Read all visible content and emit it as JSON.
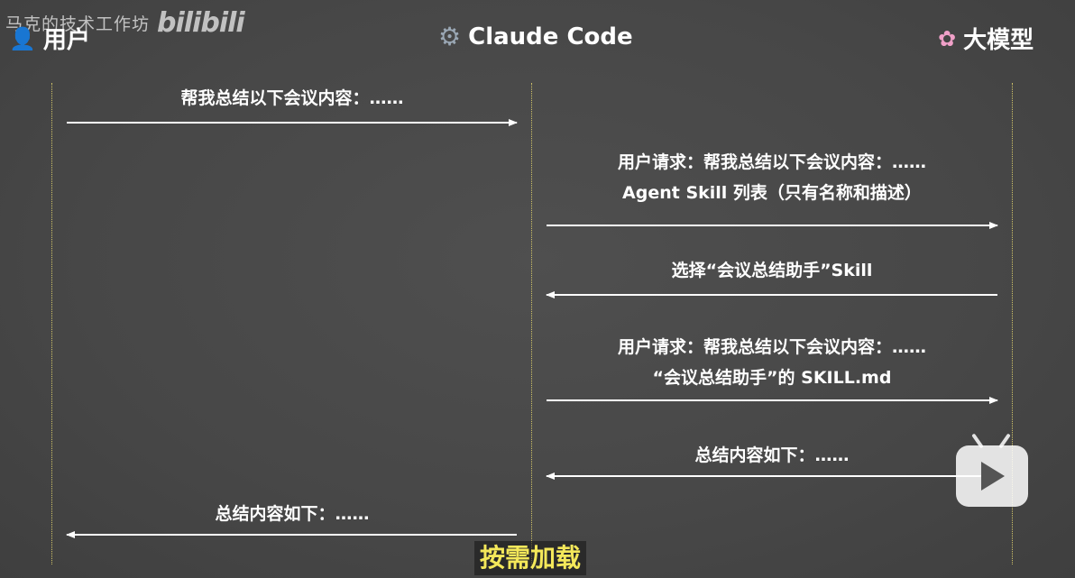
{
  "watermark": {
    "author": "马克的技术工作坊",
    "logo": "bilibili"
  },
  "actors": {
    "user": {
      "label": "用户",
      "icon": "user-icon"
    },
    "claude_code": {
      "label": "Claude Code",
      "icon": "gear-icon"
    },
    "llm": {
      "label": "大模型",
      "icon": "brain-icon"
    }
  },
  "messages": [
    {
      "lines": [
        "帮我总结以下会议内容：……"
      ],
      "from": "user",
      "to": "claude_code"
    },
    {
      "lines": [
        "用户请求：帮我总结以下会议内容：……",
        "Agent Skill 列表（只有名称和描述）"
      ],
      "from": "claude_code",
      "to": "llm"
    },
    {
      "lines": [
        "选择“会议总结助手”Skill"
      ],
      "from": "llm",
      "to": "claude_code"
    },
    {
      "lines": [
        "用户请求：帮我总结以下会议内容：……",
        "“会议总结助手”的 SKILL.md"
      ],
      "from": "claude_code",
      "to": "llm"
    },
    {
      "lines": [
        "总结内容如下：……"
      ],
      "from": "llm",
      "to": "claude_code"
    },
    {
      "lines": [
        "总结内容如下：……"
      ],
      "from": "claude_code",
      "to": "user"
    }
  ],
  "caption": "按需加载",
  "colors": {
    "lifeline": "#cfc268",
    "caption": "#f4e85a",
    "arrow": "#ffffff"
  }
}
